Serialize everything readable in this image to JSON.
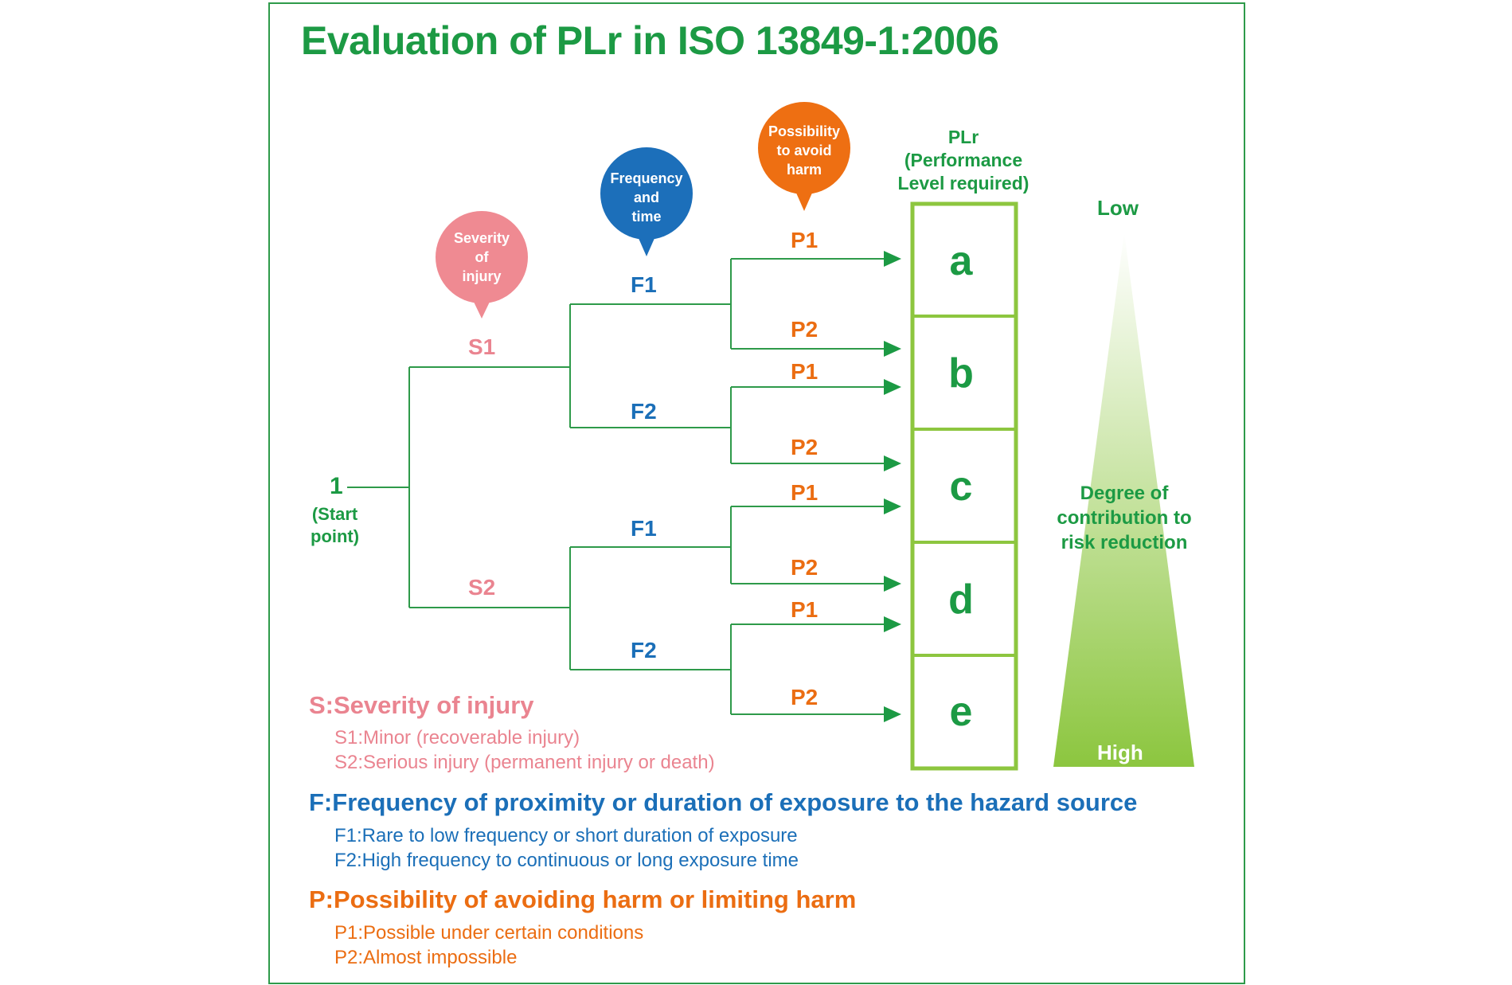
{
  "title": "Evaluation of PLr in ISO 13849-1:2006",
  "start": {
    "number": "1",
    "caption": "(Start\npoint)"
  },
  "bubbles": {
    "severity": {
      "text": "Severity\nof\ninjury",
      "color": "#ef8a92"
    },
    "frequency": {
      "text": "Frequency\nand\ntime",
      "color": "#1c6fba"
    },
    "possibility": {
      "text": "Possibility\nto avoid\nharm",
      "color": "#ee6f12"
    }
  },
  "branches": {
    "s1": "S1",
    "s2": "S2",
    "f1_upper": "F1",
    "f2_upper": "F2",
    "f1_lower": "F1",
    "f2_lower": "F2",
    "p": [
      "P1",
      "P2",
      "P1",
      "P2",
      "P1",
      "P2",
      "P1",
      "P2"
    ]
  },
  "plr": {
    "header": "PLr\n(Performance\nLevel required)",
    "levels": [
      "a",
      "b",
      "c",
      "d",
      "e"
    ]
  },
  "scale": {
    "low": "Low",
    "high": "High",
    "caption": "Degree of\ncontribution to\nrisk reduction"
  },
  "legend": {
    "s": {
      "heading": "S:Severity of injury",
      "items": [
        "S1:Minor (recoverable injury)",
        "S2:Serious injury (permanent injury or death)"
      ]
    },
    "f": {
      "heading": "F:Frequency of proximity or duration of exposure to the hazard source",
      "items": [
        "F1:Rare to low frequency or short duration of exposure",
        "F2:High frequency to continuous or long exposure time"
      ]
    },
    "p": {
      "heading": "P:Possibility of avoiding harm or limiting harm",
      "items": [
        "P1:Possible under certain conditions",
        "P2:Almost impossible"
      ]
    }
  },
  "colors": {
    "green": "#1c9a44",
    "tree_line": "#2e9a4a",
    "box_border": "#8dc63f",
    "pink": "#ea8490",
    "blue": "#1b6fb8",
    "orange": "#eb6d12"
  }
}
